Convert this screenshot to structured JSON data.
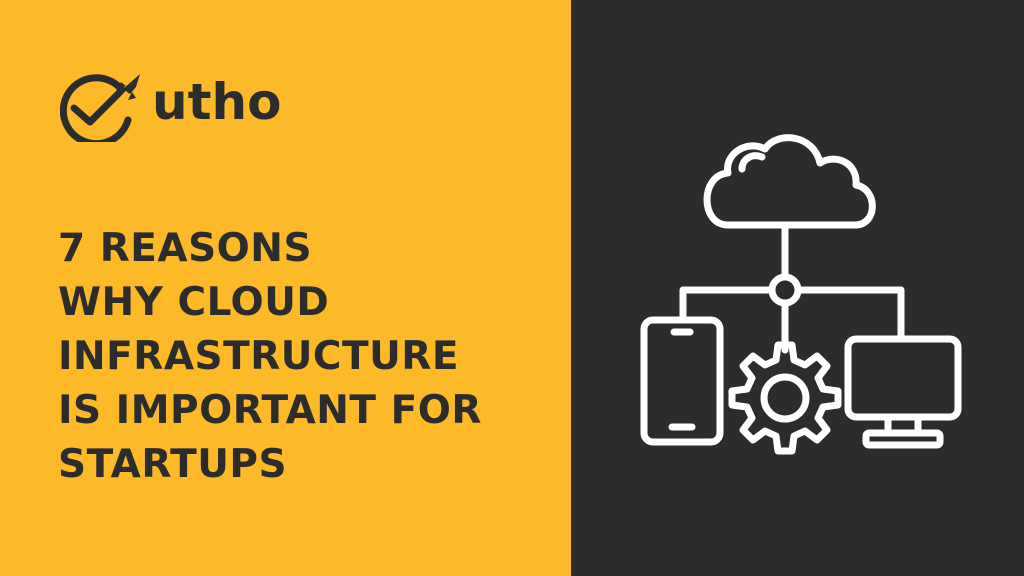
{
  "colors": {
    "yellow": "#FDBA28",
    "dark": "#2C2C2C",
    "white": "#FFFFFF"
  },
  "brand": {
    "name": "utho",
    "logo_icon": "check-circle-rocket-icon"
  },
  "headline": {
    "lines": [
      "7 REASONS",
      "WHY CLOUD",
      "INFRASTRUCTURE",
      "IS IMPORTANT FOR",
      "STARTUPS"
    ]
  },
  "illustration": {
    "icons": [
      "cloud-icon",
      "network-node-icon",
      "smartphone-icon",
      "gear-icon",
      "monitor-icon"
    ]
  }
}
